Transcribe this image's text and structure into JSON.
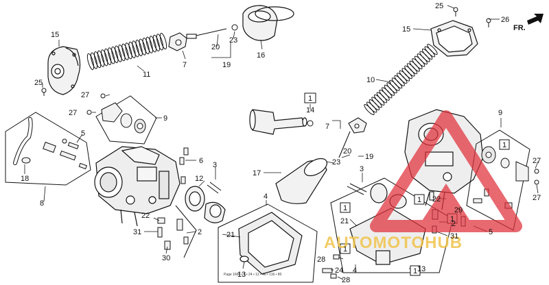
{
  "labels": {
    "l25a": "25",
    "l26": "26",
    "lfr": "FR.",
    "l15a": "15",
    "l15b": "15",
    "l25b": "25",
    "l11": "11",
    "l7a": "7",
    "l20a": "20",
    "l23a": "23",
    "l19a": "19",
    "l16": "16",
    "l10": "10",
    "l27a": "27",
    "l27b": "27",
    "l9a": "9",
    "l9b": "9",
    "l5a": "5",
    "l18": "18",
    "l8": "8",
    "l6": "6",
    "l12": "12",
    "l3a": "3",
    "l22a": "22",
    "l31a": "31",
    "l30": "30",
    "l2a": "2",
    "l1a": "1",
    "l14": "14",
    "l7b": "7",
    "l20b": "20",
    "l19b": "19",
    "l23b": "23",
    "l17": "17",
    "l3b": "3",
    "l4a": "4",
    "l21a": "21",
    "l13a": "13",
    "l1b": "1",
    "l21b": "21",
    "l1c": "1",
    "l1d": "1",
    "l22b": "22",
    "l29": "29",
    "l2b": "2",
    "l31b": "31",
    "l1e": "1",
    "l5b": "5",
    "l28a": "28",
    "l24": "24",
    "l28b": "28",
    "l4b": "4",
    "l13b": "13",
    "l1f": "1",
    "l27c": "27",
    "l27d": "27"
  },
  "watermark": "AUTOMOTOHUB",
  "footer_text": "Page 1666 • 1 • 24 • 12 • 46 • 116 • 80"
}
